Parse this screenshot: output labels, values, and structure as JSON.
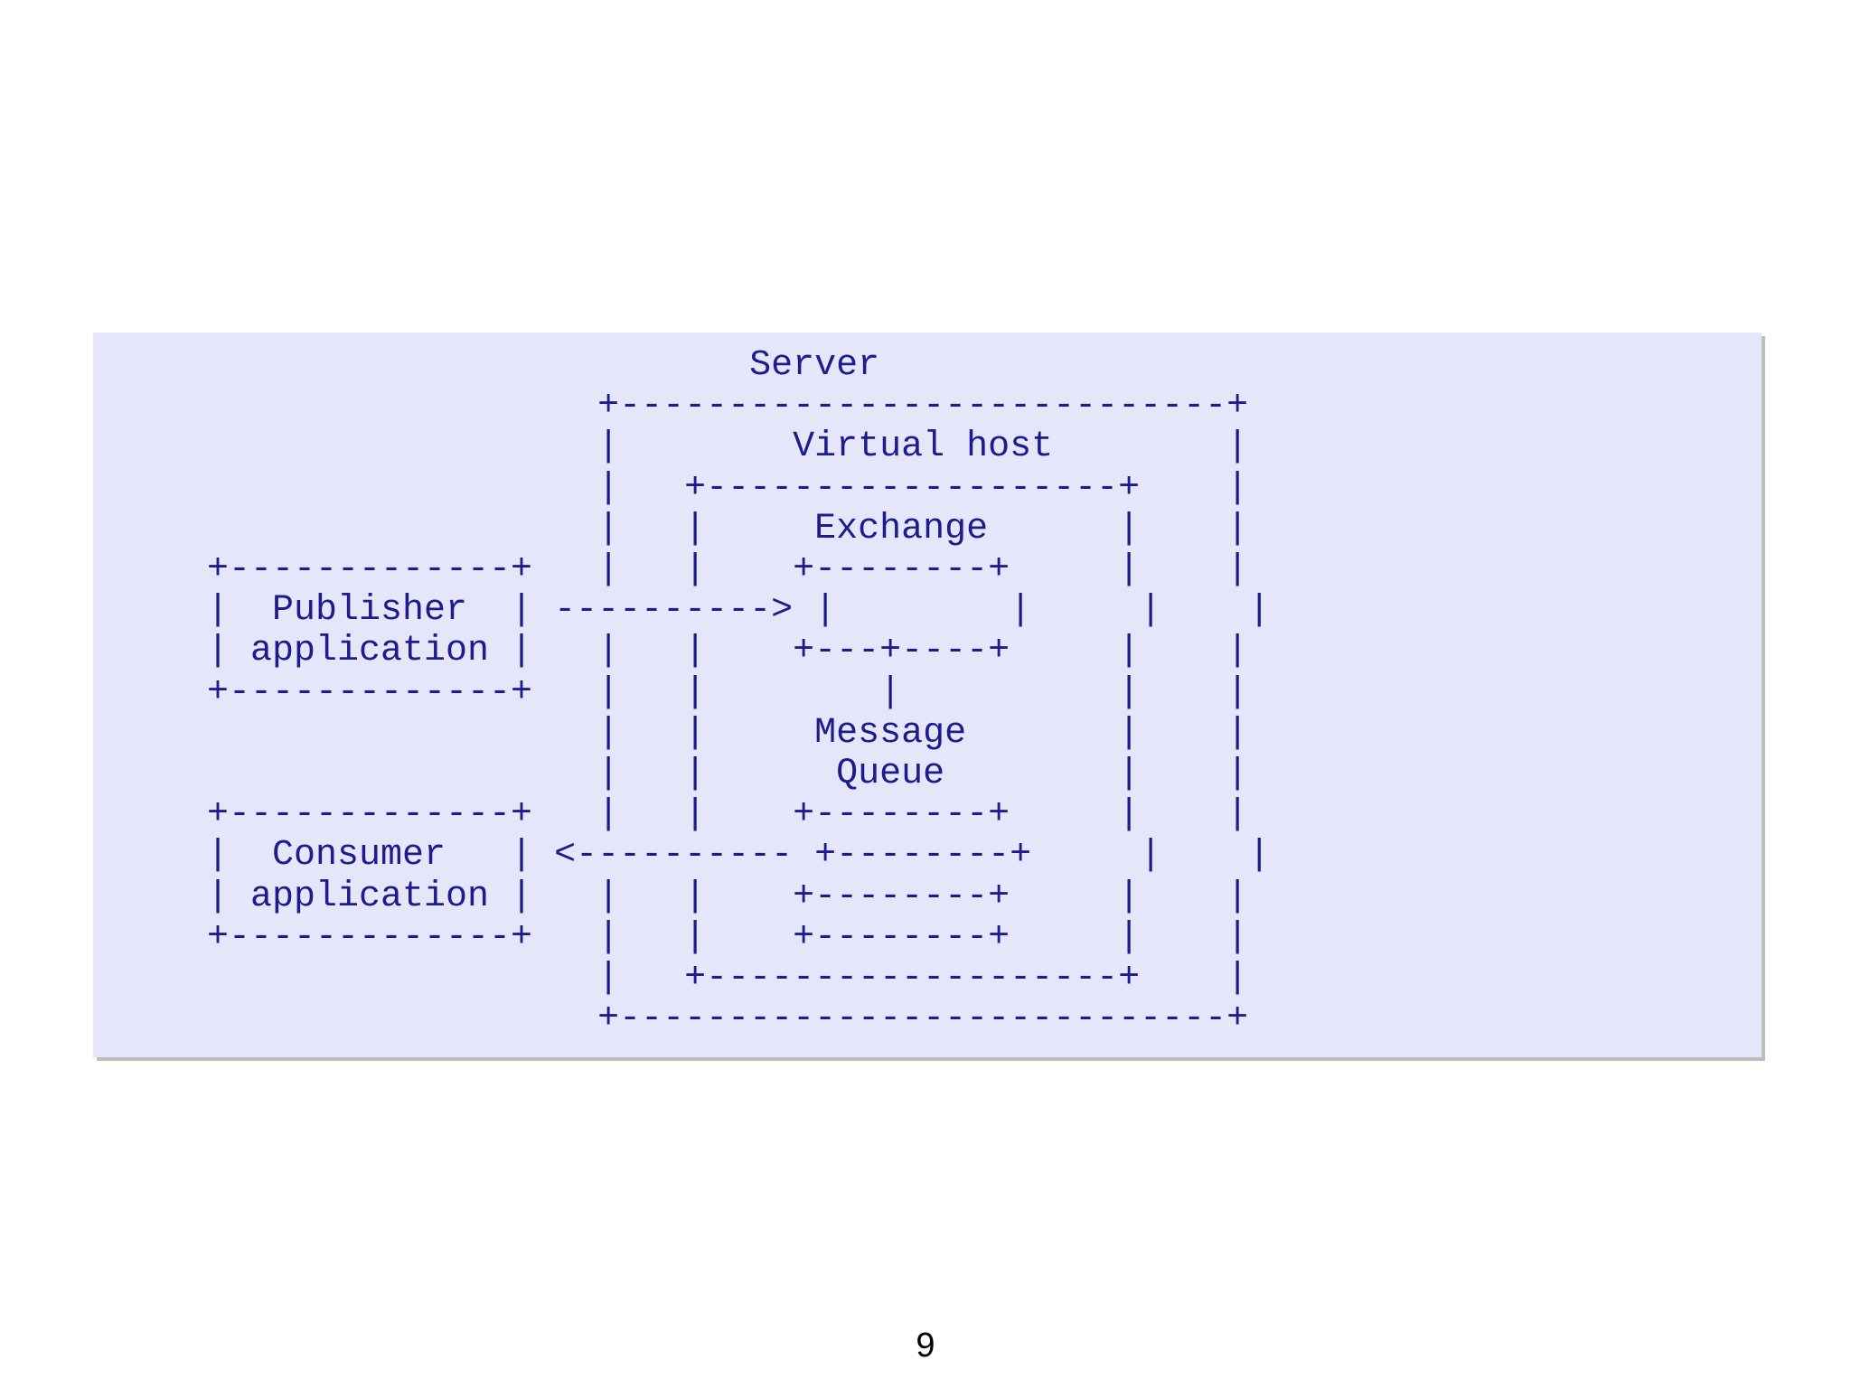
{
  "diagram": {
    "lines": [
      "                         Server",
      "                  +----------------------------+",
      "                  |        Virtual host        |",
      "                  |   +-------------------+    |",
      "                  |   |     Exchange      |    |",
      "+-------------+   |   |    +--------+     |    |",
      "|  Publisher  | ----------> |        |     |    |",
      "| application |   |   |    +---+----+     |    |",
      "+-------------+   |   |        |          |    |",
      "                  |   |     Message       |    |",
      "                  |   |      Queue        |    |",
      "+-------------+   |   |    +--------+     |    |",
      "|  Consumer   | <---------- +--------+     |    |",
      "| application |   |   |    +--------+     |    |",
      "+-------------+   |   |    +--------+     |    |",
      "                  |   +-------------------+    |",
      "                  +----------------------------+"
    ]
  },
  "page": {
    "number": "9"
  }
}
